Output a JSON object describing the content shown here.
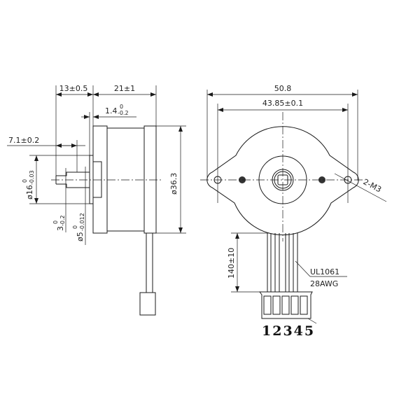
{
  "side_view": {
    "dim_shaft_length": "13±0.5",
    "dim_body_length": "21±1",
    "dim_flange": {
      "base": "1.4",
      "upper": "0",
      "lower": "-0.2"
    },
    "dim_shaft_step": "7.1±0.2",
    "dim_boss_dia": {
      "base": "ø16",
      "upper": "0",
      "lower": "-0.03"
    },
    "dim_flat": {
      "base": "3",
      "upper": "0",
      "lower": "-0.2"
    },
    "dim_shaft_dia": {
      "base": "ø5",
      "upper": "0",
      "lower": "-0.012"
    },
    "dim_body_dia": "ø36.3"
  },
  "front_view": {
    "dim_overall_width": "50.8",
    "dim_hole_spacing": "43.85±0.1",
    "dim_mount_holes": "2-M3",
    "dim_lead_length": "140±10",
    "wire_spec_1": "UL1061",
    "wire_spec_2": "28AWG",
    "pin_numbers": "12345"
  }
}
